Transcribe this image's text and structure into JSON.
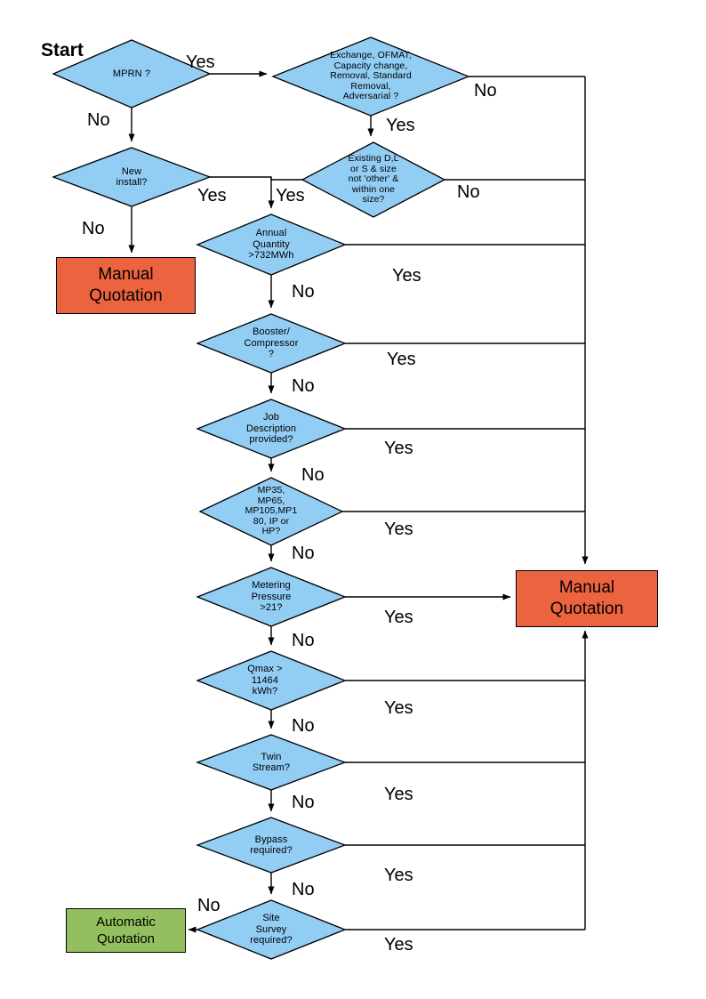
{
  "diagram": {
    "title": "Start",
    "colors": {
      "decision_fill": "#92CDF4",
      "decision_stroke": "#000000",
      "manual_fill": "#EC6340",
      "automatic_fill": "#94BF5E",
      "line": "#000000",
      "background": "#FFFFFF"
    },
    "decisions": [
      {
        "id": "mprn",
        "text": "MPRN ?"
      },
      {
        "id": "exchange",
        "text": "Exchange, OFMAT,\nCapacity change,\nRemoval, Standard\nRemoval,\nAdversarial ?"
      },
      {
        "id": "new_install",
        "text": "New\ninstall?"
      },
      {
        "id": "existing",
        "text": "Existing D,L\nor S & size\nnot 'other' &\nwithin one\nsize?"
      },
      {
        "id": "annual",
        "text": "Annual\nQuantity\n>732MWh"
      },
      {
        "id": "booster",
        "text": "Booster/\nCompressor\n?"
      },
      {
        "id": "jobdesc",
        "text": "Job\nDescription\nprovided?"
      },
      {
        "id": "mpclass",
        "text": "MP35,\nMP65,\nMP105,MP1\n80, IP or\nHP?"
      },
      {
        "id": "pressure",
        "text": "Metering\nPressure\n>21?"
      },
      {
        "id": "qmax",
        "text": "Qmax >\n11464\nkWh?"
      },
      {
        "id": "twin",
        "text": "Twin\nStream?"
      },
      {
        "id": "bypass",
        "text": "Bypass\nrequired?"
      },
      {
        "id": "sitesurvey",
        "text": "Site\nSurvey\nrequired?"
      }
    ],
    "terminals": [
      {
        "id": "manual_left",
        "text": "Manual\nQuotation"
      },
      {
        "id": "manual_right",
        "text": "Manual\nQuotation"
      },
      {
        "id": "automatic",
        "text": "Automatic\nQuotation"
      }
    ],
    "edge_labels": [
      {
        "id": "mprn_yes",
        "text": "Yes"
      },
      {
        "id": "mprn_no",
        "text": "No"
      },
      {
        "id": "exchange_no",
        "text": "No"
      },
      {
        "id": "exchange_yes",
        "text": "Yes"
      },
      {
        "id": "new_install_yes",
        "text": "Yes"
      },
      {
        "id": "new_install_no",
        "text": "No"
      },
      {
        "id": "existing_yes",
        "text": "Yes"
      },
      {
        "id": "existing_no",
        "text": "No"
      },
      {
        "id": "annual_yes",
        "text": "Yes"
      },
      {
        "id": "annual_no",
        "text": "No"
      },
      {
        "id": "booster_yes",
        "text": "Yes"
      },
      {
        "id": "booster_no",
        "text": "No"
      },
      {
        "id": "jobdesc_yes",
        "text": "Yes"
      },
      {
        "id": "jobdesc_no",
        "text": "No"
      },
      {
        "id": "mpclass_yes",
        "text": "Yes"
      },
      {
        "id": "mpclass_no",
        "text": "No"
      },
      {
        "id": "pressure_yes",
        "text": "Yes"
      },
      {
        "id": "pressure_no",
        "text": "No"
      },
      {
        "id": "qmax_yes",
        "text": "Yes"
      },
      {
        "id": "qmax_no",
        "text": "No"
      },
      {
        "id": "twin_yes",
        "text": "Yes"
      },
      {
        "id": "twin_no",
        "text": "No"
      },
      {
        "id": "bypass_yes",
        "text": "Yes"
      },
      {
        "id": "bypass_no",
        "text": "No"
      },
      {
        "id": "sitesurvey_yes",
        "text": "Yes"
      },
      {
        "id": "sitesurvey_no",
        "text": "No"
      }
    ]
  }
}
